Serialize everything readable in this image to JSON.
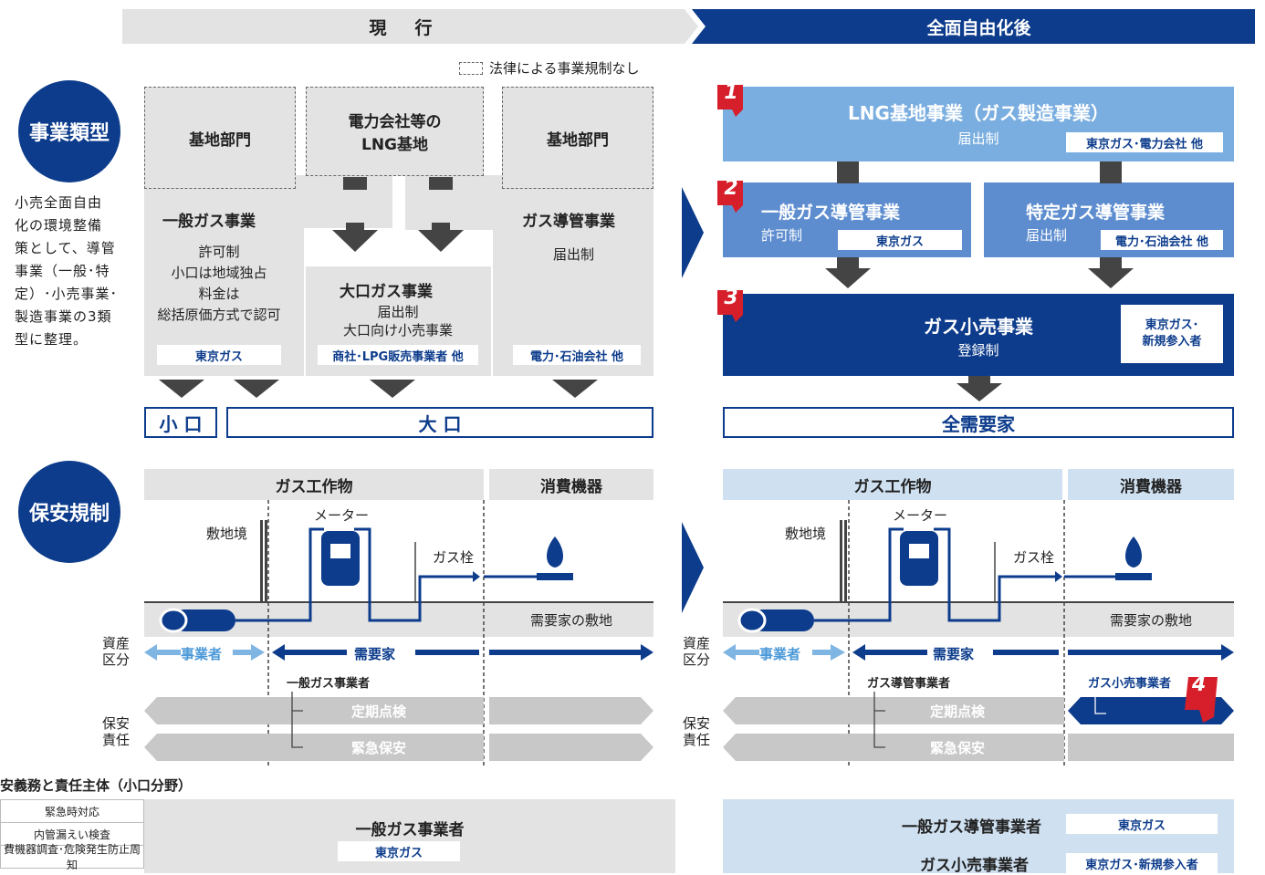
{
  "header": {
    "current": "現　行",
    "after": "全面自由化後"
  },
  "legend": "法律による事業規制なし",
  "section_business": "事業類型",
  "section_safety": "保安規制",
  "side_note": [
    "小売全面自由",
    "化の環境整備",
    "策として、導管",
    "事業（一般･特",
    "定）･小売事業･",
    "製造事業の3類",
    "型に整理。"
  ],
  "current": {
    "kichi_left": "基地部門",
    "lng_power": [
      "電力会社等の",
      "LNG基地"
    ],
    "kichi_right": "基地部門",
    "ippan_title": "一般ガス事業",
    "ippan_lines": [
      "許可制",
      "小口は地域独占",
      "料金は",
      "総括原価方式で認可"
    ],
    "ippan_tag": "東京ガス",
    "ooguchi_title": "大口ガス事業",
    "ooguchi_lines": [
      "届出制",
      "大口向け小売事業"
    ],
    "ooguchi_tag": "商社･LPG販売事業者 他",
    "pipe_title": "ガス導管事業",
    "pipe_line": "届出制",
    "pipe_tag": "電力･石油会社 他",
    "koguchi": "小 口",
    "ooguchi": "大 口"
  },
  "after": {
    "n1": "1",
    "n2": "2",
    "n3": "3",
    "n4": "4",
    "lng_title": "LNG基地事業（ガス製造事業）",
    "lng_sub": "届出制",
    "lng_tag": "東京ガス･電力会社 他",
    "ippan_pipe_title": "一般ガス導管事業",
    "ippan_pipe_sub": "許可制",
    "ippan_pipe_tag": "東京ガス",
    "tokutei_title": "特定ガス導管事業",
    "tokutei_sub": "届出制",
    "tokutei_tag": "電力･石油会社 他",
    "retail_title": "ガス小売事業",
    "retail_sub": "登録制",
    "retail_tag": [
      "東京ガス･",
      "新規参入者"
    ],
    "all_demand": "全需要家"
  },
  "safety": {
    "gas_works": "ガス工作物",
    "appliance": "消費機器",
    "meter": "メーター",
    "boundary": "敷地境",
    "valve": "ガス栓",
    "premises": "需要家の敷地",
    "asset": [
      "資産",
      "区分"
    ],
    "operator": "事業者",
    "customer": "需要家",
    "responsibility": [
      "保安",
      "責任"
    ],
    "periodic": "定期点検",
    "emergency": "緊急保安",
    "ippan_operator": "一般ガス事業者",
    "pipe_operator": "ガス導管事業者",
    "retail_operator": "ガス小売事業者"
  },
  "table": {
    "title": "安義務と責任主体（小口分野）",
    "rows": [
      "緊急時対応",
      "内管漏えい検査",
      "費機器調査･危険発生防止周知"
    ],
    "cur_operator": "一般ガス事業者",
    "cur_tag": "東京ガス",
    "after_pipe": "一般ガス導管事業者",
    "after_pipe_tag": "東京ガス",
    "after_retail": "ガス小売事業者",
    "after_retail_tag": "東京ガス･新規参入者"
  }
}
